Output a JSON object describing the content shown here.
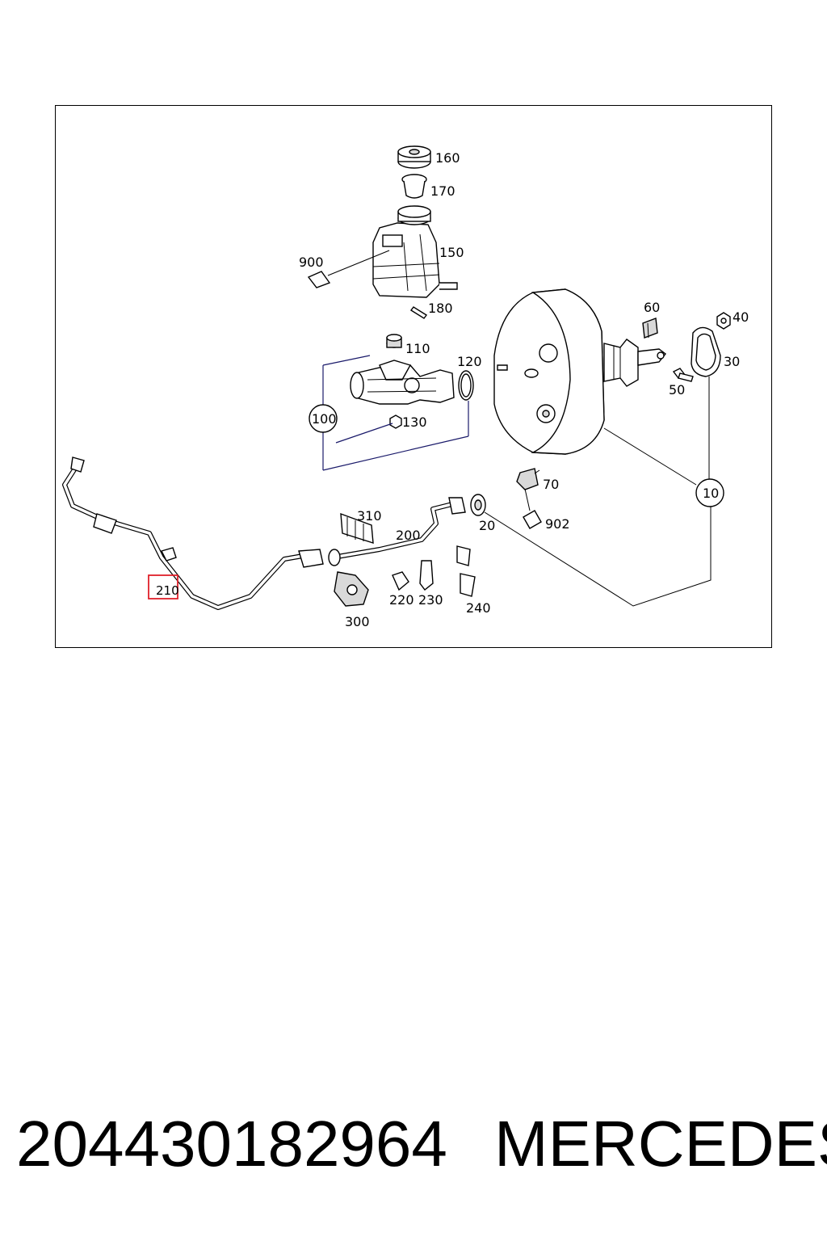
{
  "diagram": {
    "callouts": {
      "c160": "160",
      "c170": "170",
      "c150": "150",
      "c900": "900",
      "c180": "180",
      "c110": "110",
      "c120": "120",
      "c100": "100",
      "c130": "130",
      "c60": "60",
      "c40": "40",
      "c30": "30",
      "c50": "50",
      "c70": "70",
      "c10": "10",
      "c902": "902",
      "c20": "20",
      "c310": "310",
      "c200": "200",
      "c210": "210",
      "c220": "220",
      "c230": "230",
      "c240": "240",
      "c300": "300"
    },
    "highlighted_callout": "210",
    "highlight_color": "#e0202a"
  },
  "footer": {
    "part_number": "204430182964",
    "brand": "MERCEDES"
  }
}
